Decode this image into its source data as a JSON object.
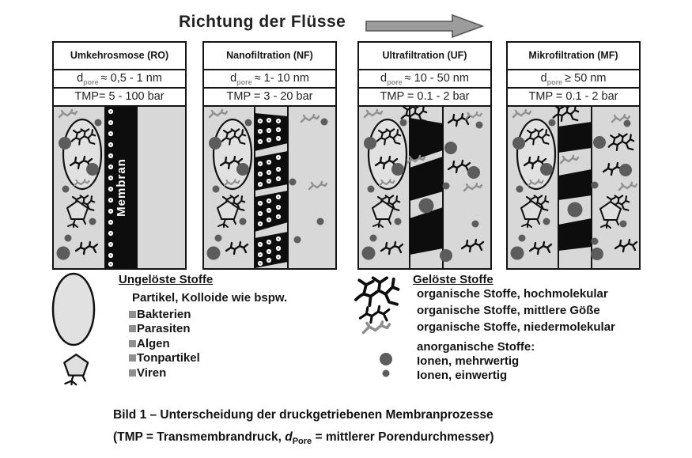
{
  "title": "Richtung der Flüsse",
  "columns": [
    {
      "name": "Umkehrosmose (RO)",
      "pore_symbol": "d",
      "pore_sub": "pore",
      "pore_value": "≈ 0,5 - 1 nm",
      "tmp": "TMP= 5 - 100 bar",
      "membrane_label": "Membran"
    },
    {
      "name": "Nanofiltration (NF)",
      "pore_symbol": "d",
      "pore_sub": "pore",
      "pore_value": "≈ 1- 10 nm",
      "tmp": "TMP = 3 - 20 bar"
    },
    {
      "name": "Ultrafiltration (UF)",
      "pore_symbol": "d",
      "pore_sub": "pore",
      "pore_value": "≈ 10 - 50 nm",
      "tmp": "TMP = 0.1 - 2 bar"
    },
    {
      "name": "Mikrofiltration (MF)",
      "pore_symbol": "d",
      "pore_sub": "pore",
      "pore_value": "≥ 50 nm",
      "tmp": "TMP = 0.1 - 2 bar"
    }
  ],
  "legend_unsolved": {
    "title": "Ungelöste Stoffe",
    "intro": "Partikel, Kolloide wie bspw.",
    "items": [
      "Bakterien",
      "Parasiten",
      "Algen",
      "Tonpartikel",
      "Viren"
    ]
  },
  "legend_solved": {
    "title": "Gelöste Stoffe",
    "organic_items": [
      "organische Stoffe, hochmolekular",
      "organische Stoffe, mittlere Göße",
      "organische Stoffe, niedermolekular"
    ],
    "inorganic_title": "anorganische Stoffe:",
    "inorganic_items": [
      "Ionen, mehrwertig",
      "Ionen, einwertig"
    ]
  },
  "caption": {
    "line1": "Bild 1 – Unterscheidung der druckgetriebenen Membranprozesse",
    "line2_prefix": "(TMP = Transmembrandruck, ",
    "line2_d": "d",
    "line2_sub": "Pore",
    "line2_suffix": " = mittlerer Porendurchmesser)"
  },
  "colors": {
    "membrane_black": "#0d0d0d",
    "panel_bg": "#d8d8d8",
    "ion_gray": "#5c5c5c",
    "organic_low_gray": "#8f8f8f",
    "arrow_gray": "#9c9c9c"
  }
}
